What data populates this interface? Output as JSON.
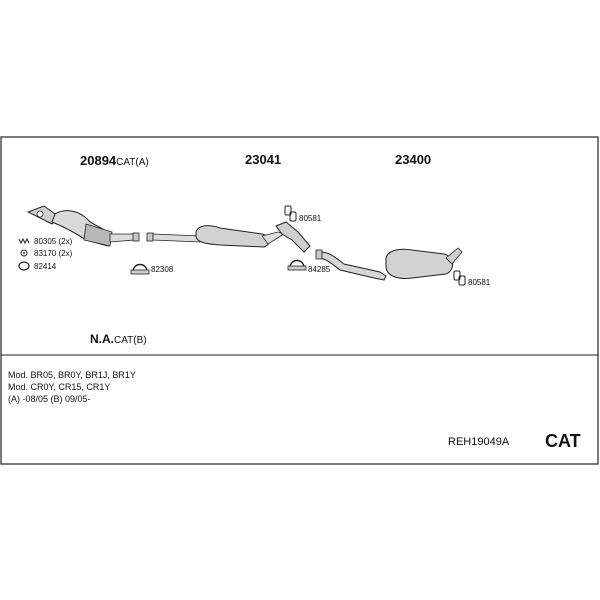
{
  "main_parts": {
    "front": {
      "number": "20894",
      "suffix": "CAT(A)"
    },
    "middle": {
      "number": "23041"
    },
    "rear": {
      "number": "23400"
    }
  },
  "accessories": {
    "front_clamp_a": {
      "qty_label": "80305 (2x)"
    },
    "front_clamp_b": {
      "qty_label": "83170 (2x)"
    },
    "front_gasket": {
      "label": "82414"
    },
    "middle_clamp": {
      "label": "82308"
    },
    "rear_hanger_top": {
      "label": "80581"
    },
    "rear_clamp": {
      "label": "84285"
    },
    "rear_hanger_end": {
      "label": "80581"
    }
  },
  "na_note": {
    "main": "N.A.",
    "suffix": "CAT(B)"
  },
  "models": {
    "line1": "Mod. BR05, BR0Y, BR1J, BR1Y",
    "line2": "Mod. CR0Y, CR15, CR1Y",
    "line3": "(A) -08/05 (B) 09/05-"
  },
  "kit_code": "REH19049A",
  "badge": "CAT",
  "colors": {
    "line": "#222222",
    "part_fill": "#d9d9d9",
    "part_dark": "#9a9a9a"
  }
}
